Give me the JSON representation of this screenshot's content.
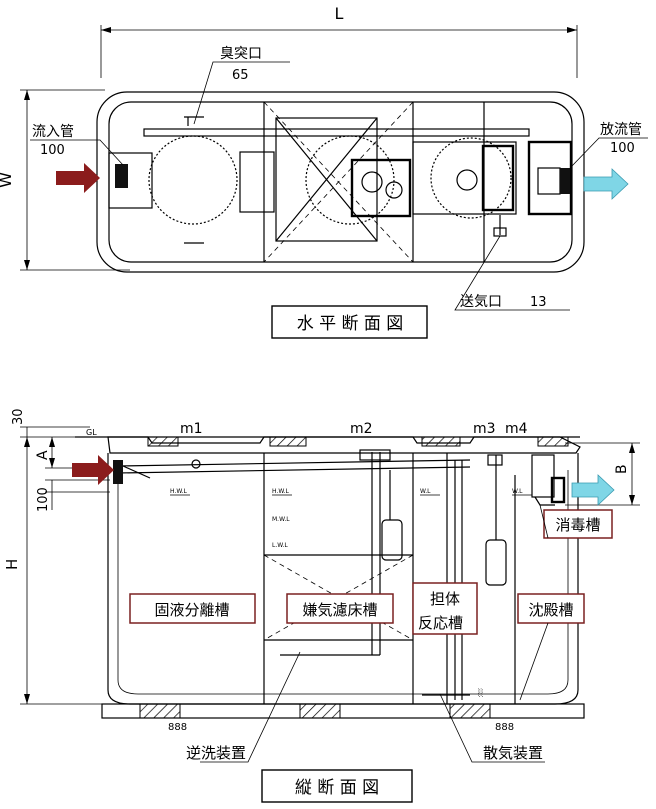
{
  "dims": {
    "L": "L",
    "W": "W",
    "H": "H",
    "A": "A",
    "B": "B",
    "d30": "30",
    "d100": "100"
  },
  "plan": {
    "title": "水 平 断 面 図",
    "vent_label": "臭突口",
    "vent_size": "65",
    "inlet_label": "流入管",
    "inlet_size": "100",
    "outlet_label": "放流管",
    "outlet_size": "100",
    "air_label": "送気口",
    "air_size": "13"
  },
  "section": {
    "title": "縦 断 面 図",
    "manholes": [
      "m1",
      "m2",
      "m3",
      "m4"
    ],
    "levels": [
      "GL",
      "H.W.L",
      "H.W.L",
      "W.L",
      "W.L",
      "M.W.L",
      "L.W.L"
    ],
    "chambers": {
      "solid_liquid": "固液分離槽",
      "anaerobic": "嫌気濾床槽",
      "carrier_line1": "担体",
      "carrier_line2": "反応槽",
      "settling": "沈殿槽",
      "disinfection": "消毒槽"
    },
    "backwash_label": "逆洗装置",
    "aeration_label": "散気装置"
  },
  "colors": {
    "inflow_arrow": "#8b1c1c",
    "outflow_arrow": "#7fd6e6",
    "label_border": "#7a2020"
  }
}
